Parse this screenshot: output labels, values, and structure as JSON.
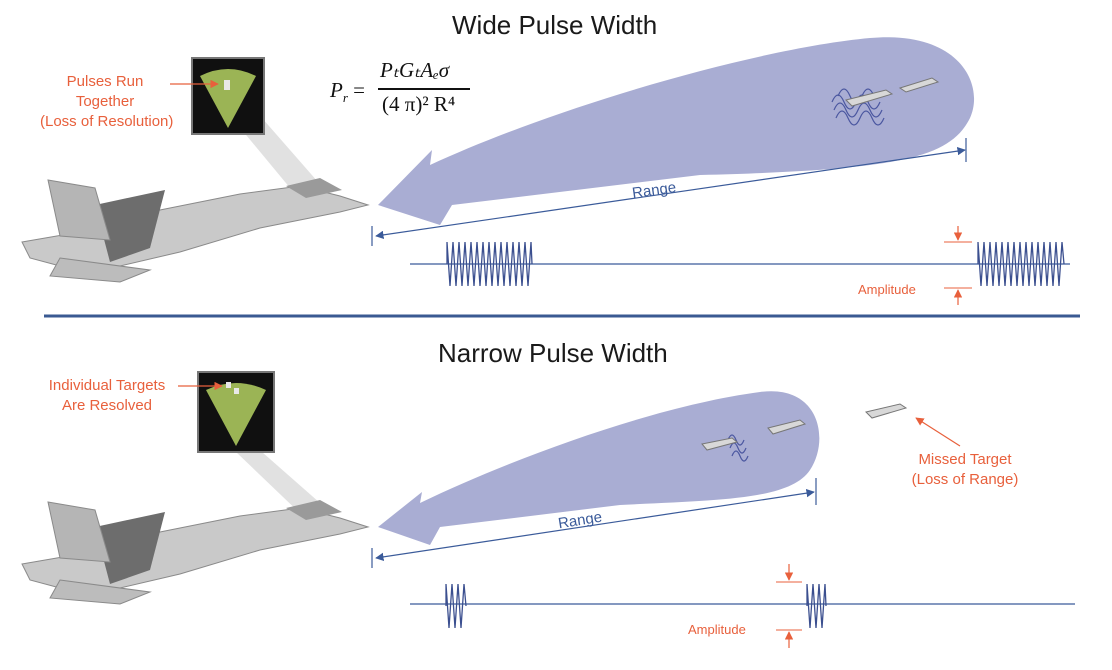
{
  "top_panel": {
    "title": "Wide Pulse Width",
    "scope_caption": [
      "Pulses Run",
      "Together",
      "(Loss of Resolution)"
    ],
    "range_label": "Range",
    "amplitude_label": "Amplitude"
  },
  "bottom_panel": {
    "title": "Narrow Pulse Width",
    "scope_caption": [
      "Individual Targets",
      "Are Resolved"
    ],
    "missed_caption": [
      "Missed Target",
      "(Loss of Range)"
    ],
    "range_label": "Range",
    "amplitude_label": "Amplitude"
  },
  "formula": {
    "lhs": "P",
    "lhs_sub": "r",
    "eq": " =",
    "numerator": "PₜGₜAₑσ",
    "denominator": "(4 π)² R⁴"
  },
  "colors": {
    "beam": "#a9add3",
    "scope_bg": "#101010",
    "scope_wedge": "#9bb455",
    "caption": "#e8603c",
    "line": "#3b5b9a",
    "divider": "#3a5a92"
  }
}
